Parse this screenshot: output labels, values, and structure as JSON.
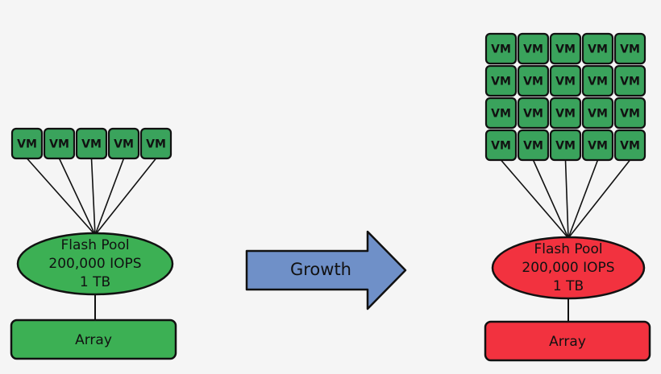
{
  "colors": {
    "vm_fill": "#3aa35c",
    "healthy_fill": "#3cb054",
    "overloaded_fill": "#f2323f",
    "arrow_fill": "#6f90c8",
    "stroke": "#111111",
    "background": "#f5f5f5"
  },
  "before": {
    "vm_label": "VM",
    "vm_count": 5,
    "pool": {
      "line1": "Flash Pool",
      "line2": "200,000 IOPS",
      "line3": "1 TB",
      "status": "healthy"
    },
    "array_label": "Array"
  },
  "arrow": {
    "label": "Growth"
  },
  "after": {
    "vm_label": "VM",
    "vm_rows": 4,
    "vm_cols": 5,
    "pool": {
      "line1": "Flash Pool",
      "line2": "200,000 IOPS",
      "line3": "1 TB",
      "status": "overloaded"
    },
    "array_label": "Array"
  }
}
